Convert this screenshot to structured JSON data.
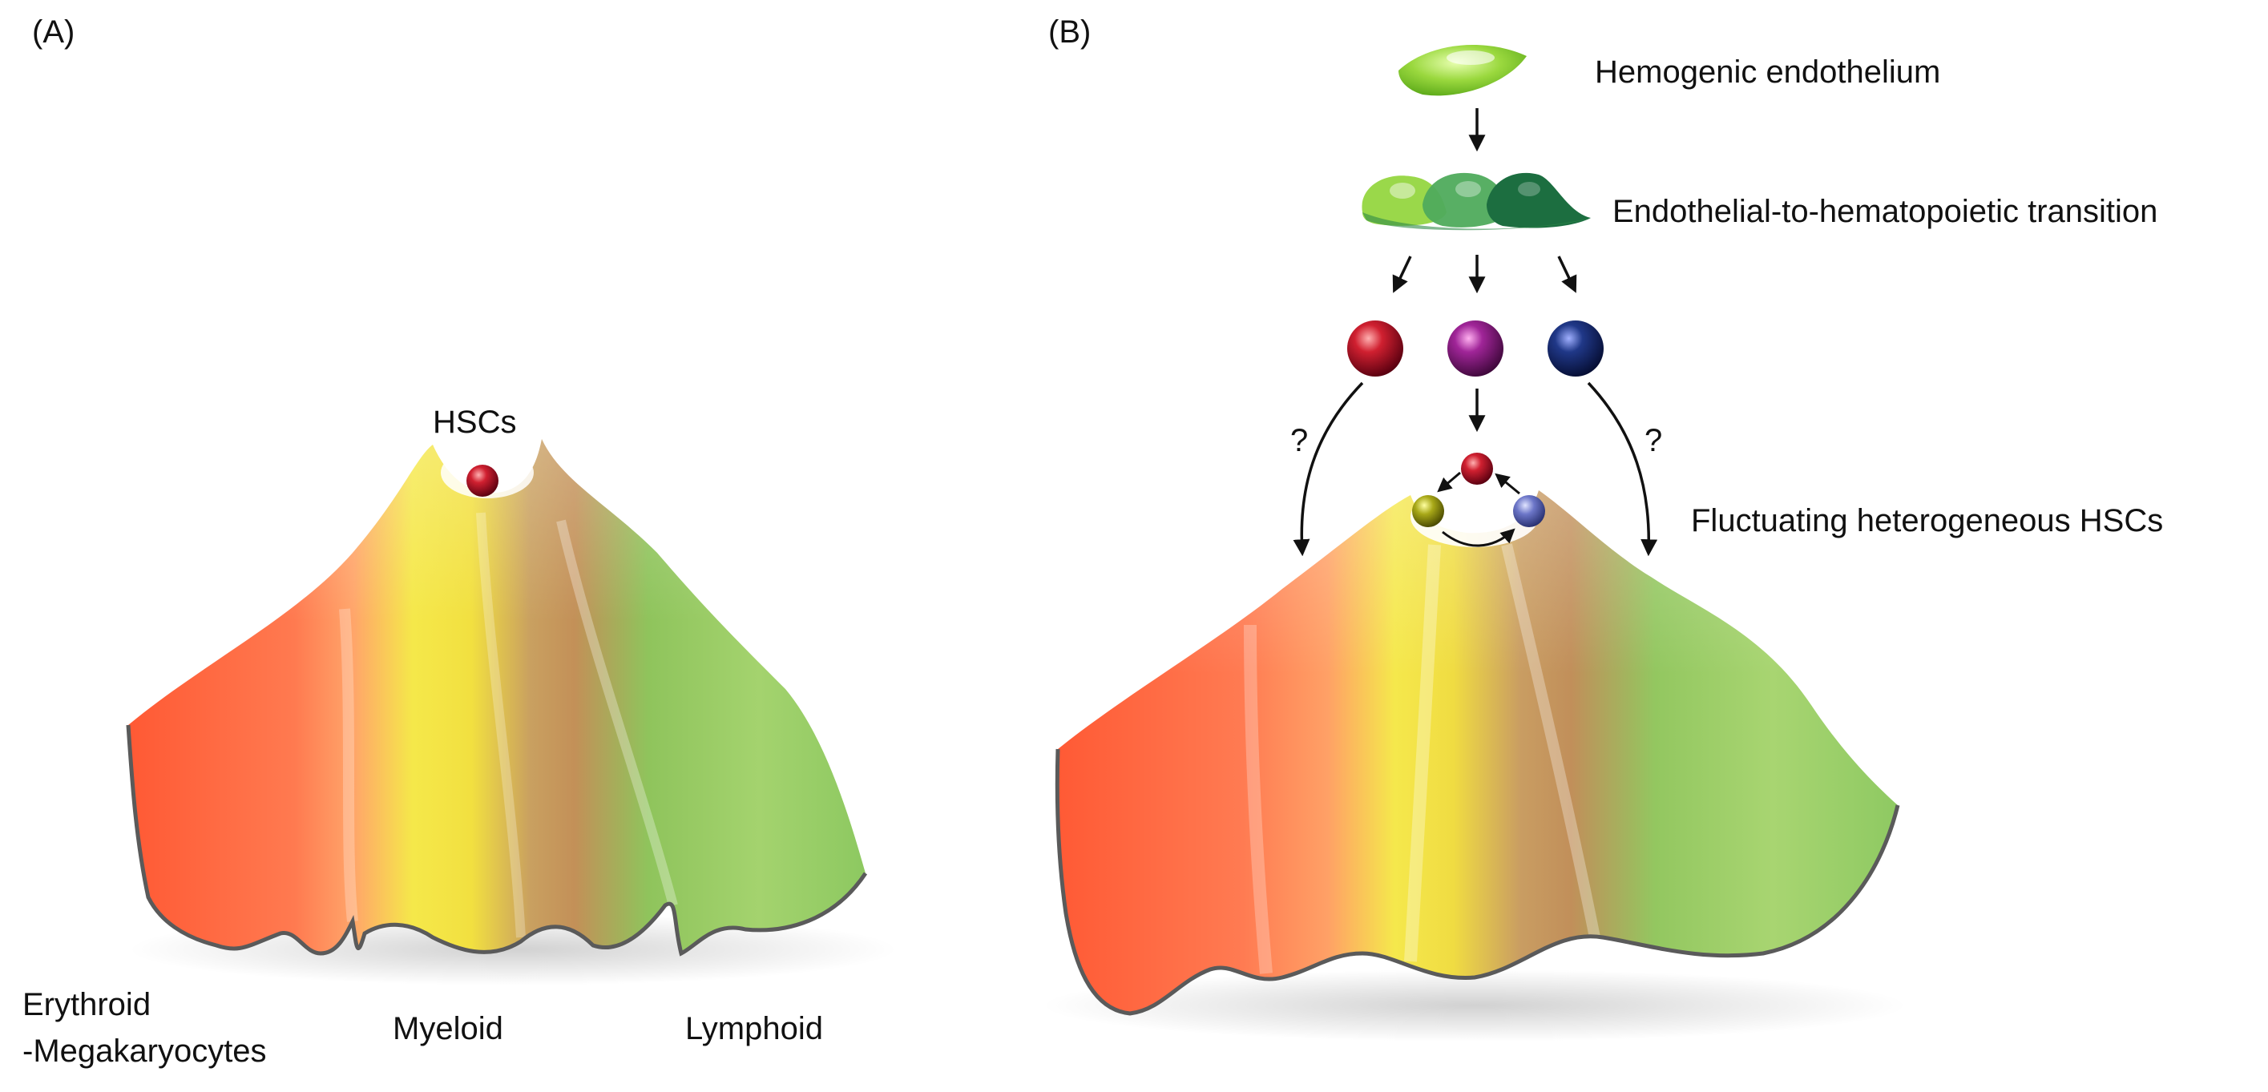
{
  "panel_a": {
    "label": "(A)",
    "hsc_label": "HSCs",
    "branch_labels": {
      "erythroid_line1": "Erythroid",
      "erythroid_line2": "-Megakaryocytes",
      "myeloid": "Myeloid",
      "lymphoid": "Lymphoid"
    }
  },
  "panel_b": {
    "label": "(B)",
    "stages": {
      "hemogenic": "Hemogenic endothelium",
      "eht": "Endothelial-to-hematopoietic transition",
      "fluctuating": "Fluctuating heterogeneous HSCs"
    },
    "question_mark": "?"
  },
  "colors": {
    "erythroid": "#ff6a45",
    "myeloid": "#f2e640",
    "brown_band": "#c79a62",
    "lymphoid": "#9cd06a",
    "endothelium_green": "#8fd23c",
    "eht_dark_green": "#1f7a45",
    "cell_red": "#c0192a",
    "cell_purple": "#9a1f8f",
    "cell_navy": "#1a2f7a",
    "cell_olive": "#a8a81a",
    "cell_lavender": "#6670c0"
  }
}
